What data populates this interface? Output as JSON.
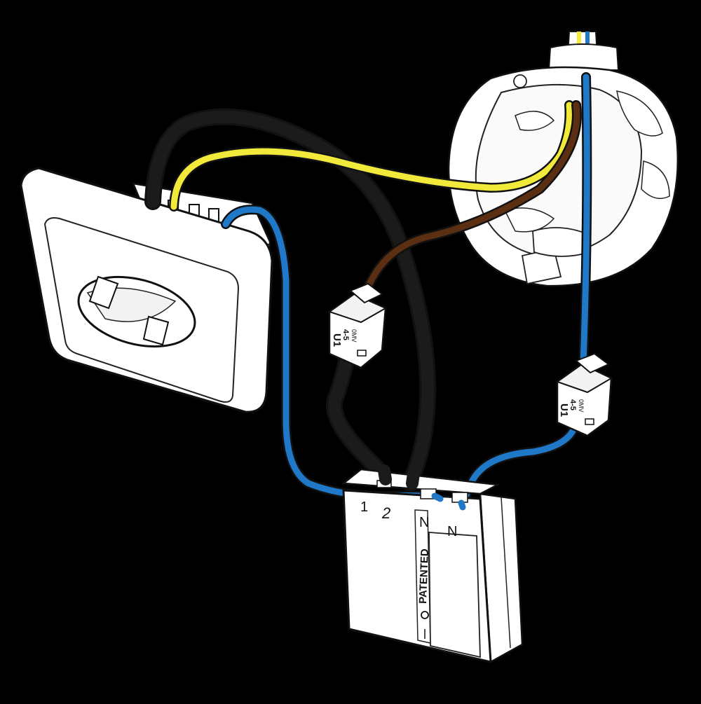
{
  "colors": {
    "background": "#000000",
    "outline": "#111111",
    "device_fill": "#ffffff",
    "wire_black": "#1b1b1b",
    "wire_yellow": "#f2ea3a",
    "wire_blue": "#1f78c8",
    "wire_brown": "#5a2f12"
  },
  "module": {
    "terminal_labels": [
      "1",
      "2",
      "N",
      "N"
    ],
    "side_label": "PATENTED"
  },
  "connectors": [
    {
      "labels": [
        "4-5",
        "0MV",
        "U1"
      ]
    },
    {
      "labels": [
        "4-5",
        "0MV",
        "U1"
      ]
    }
  ],
  "components": {
    "socket": "power-socket",
    "junction_box": "flush-mounted-junction-box",
    "micro_module": "micro-module",
    "connector_left": "wago-connector",
    "connector_right": "wago-connector"
  }
}
